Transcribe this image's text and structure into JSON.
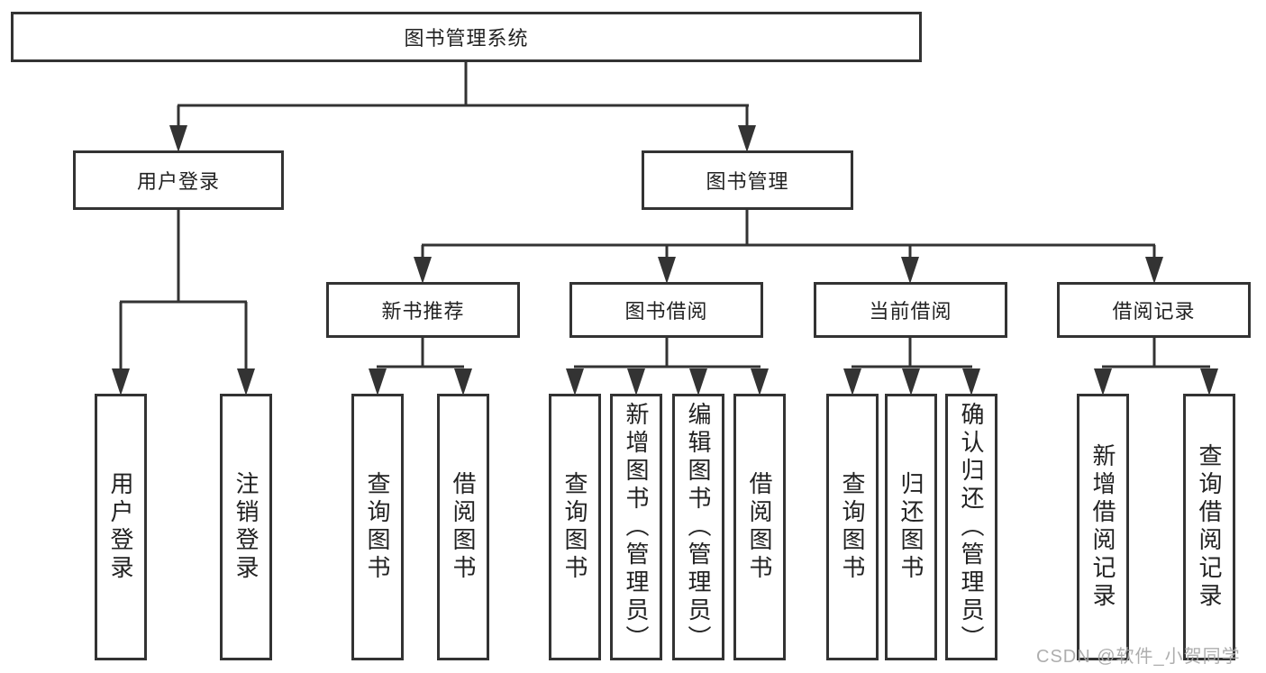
{
  "diagram": {
    "title": "图书管理系统",
    "level2": {
      "user_login": "用户登录",
      "book_mgmt": "图书管理"
    },
    "level3": {
      "new_books": "新书推荐",
      "borrowing": "图书借阅",
      "current": "当前借阅",
      "records": "借阅记录"
    },
    "leaves": {
      "user_login": "用户登录",
      "logout": "注销登录",
      "nb_query": "查询图书",
      "nb_borrow": "借阅图书",
      "bw_query": "查询图书",
      "bw_add": "新增图书（管理员）",
      "bw_edit": "编辑图书（管理员）",
      "bw_borrow": "借阅图书",
      "cur_query": "查询图书",
      "cur_return": "归还图书",
      "cur_confirm": "确认归还（管理员）",
      "rec_add": "新增借阅记录",
      "rec_query": "查询借阅记录"
    }
  },
  "watermark": "CSDN @软件_小贺同学",
  "colors": {
    "line": "#333333",
    "box_border": "#333333",
    "box_fill": "#ffffff",
    "text": "#222222",
    "watermark": "#a5a5a5",
    "background": "#ffffff"
  }
}
